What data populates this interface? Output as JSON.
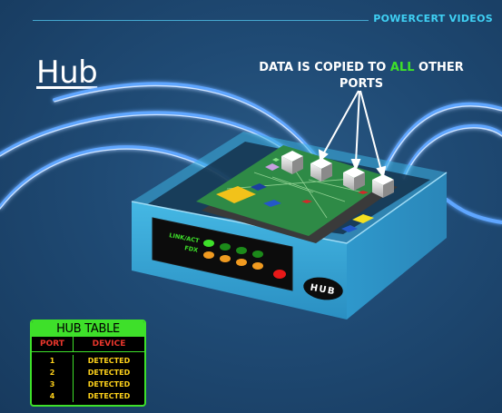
{
  "brand": "POWERCERT VIDEOS",
  "title": "Hub",
  "callout": {
    "before": "DATA IS COPIED TO ",
    "highlight": "ALL",
    "after": " OTHER PORTS"
  },
  "hub": {
    "logo_text": "HUB",
    "link_label": "LINK/ACT",
    "fdx_label": "FDX"
  },
  "hub_table": {
    "title": "HUB TABLE",
    "headers": [
      "PORT",
      "DEVICE"
    ],
    "rows": [
      {
        "port": "1",
        "device": "DETECTED"
      },
      {
        "port": "2",
        "device": "DETECTED"
      },
      {
        "port": "3",
        "device": "DETECTED"
      },
      {
        "port": "4",
        "device": "DETECTED"
      }
    ]
  },
  "colors": {
    "background": "#1f4a74",
    "accent_cyan": "#3fd0f4",
    "hub_body": "#33a8d8",
    "highlight_green": "#3ee02a",
    "table_header_red": "#e8362c",
    "table_text_yellow": "#ffd21a"
  }
}
